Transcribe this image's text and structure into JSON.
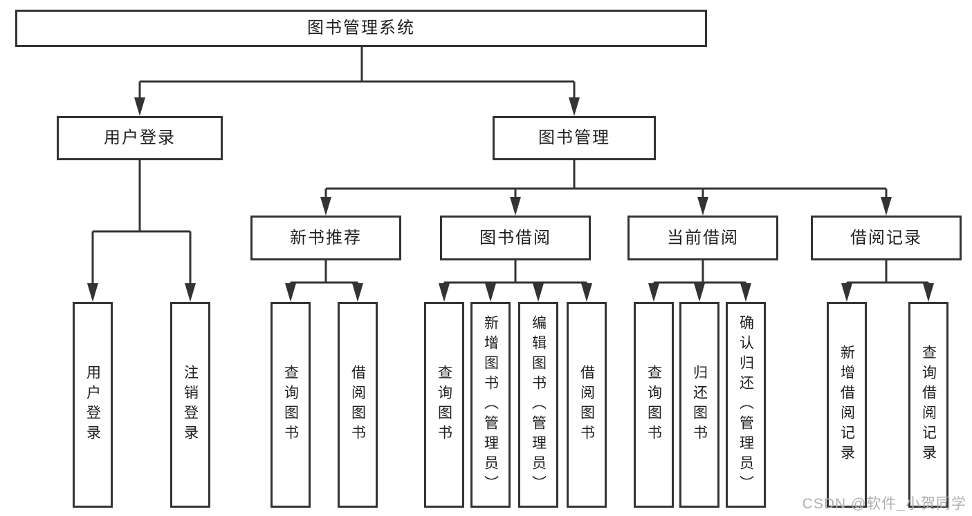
{
  "tree": {
    "label": "图书管理系统",
    "children": [
      {
        "label": "用户登录",
        "children": [
          {
            "label": "用户登录"
          },
          {
            "label": "注销登录"
          }
        ]
      },
      {
        "label": "图书管理",
        "children": [
          {
            "label": "新书推荐",
            "children": [
              {
                "label": "查询图书"
              },
              {
                "label": "借阅图书"
              }
            ]
          },
          {
            "label": "图书借阅",
            "children": [
              {
                "label": "查询图书"
              },
              {
                "label": "新增图书（管理员）"
              },
              {
                "label": "编辑图书（管理员）"
              },
              {
                "label": "借阅图书"
              }
            ]
          },
          {
            "label": "当前借阅",
            "children": [
              {
                "label": "查询图书"
              },
              {
                "label": "归还图书"
              },
              {
                "label": "确认归还（管理员）"
              }
            ]
          },
          {
            "label": "借阅记录",
            "children": [
              {
                "label": "新增借阅记录"
              },
              {
                "label": "查询借阅记录"
              }
            ]
          }
        ]
      }
    ]
  },
  "watermark": "CSDN @软件_小贺同学",
  "colors": {
    "line": "#333333",
    "text": "#1f1f1f",
    "background": "#ffffff",
    "watermark": "#b0b0b0"
  }
}
